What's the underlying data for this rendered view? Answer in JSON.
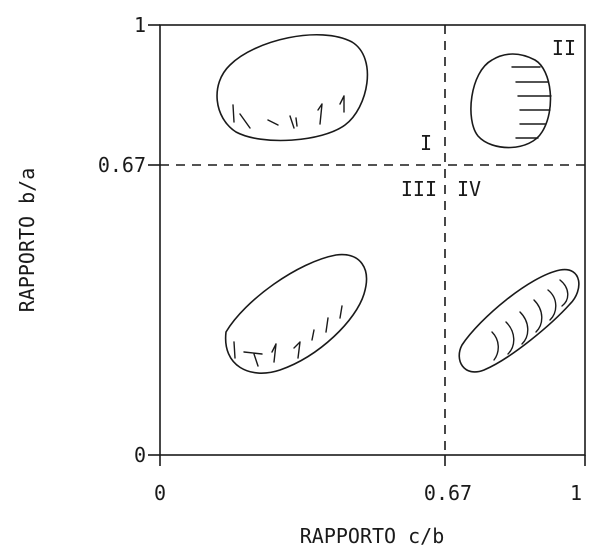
{
  "diagram": {
    "axes": {
      "x_label": "RAPPORTO c/b",
      "y_label": "RAPPORTO b/a",
      "x_ticks": [
        "0",
        "0.67",
        "1"
      ],
      "y_ticks": [
        "1",
        "0.67",
        "0"
      ],
      "x_range": [
        0,
        1
      ],
      "y_range": [
        0,
        1
      ],
      "threshold": 0.67
    },
    "quadrants": [
      {
        "label": "I",
        "shape": "disc"
      },
      {
        "label": "II",
        "shape": "sphere"
      },
      {
        "label": "III",
        "shape": "blade"
      },
      {
        "label": "IV",
        "shape": "rod"
      }
    ]
  }
}
